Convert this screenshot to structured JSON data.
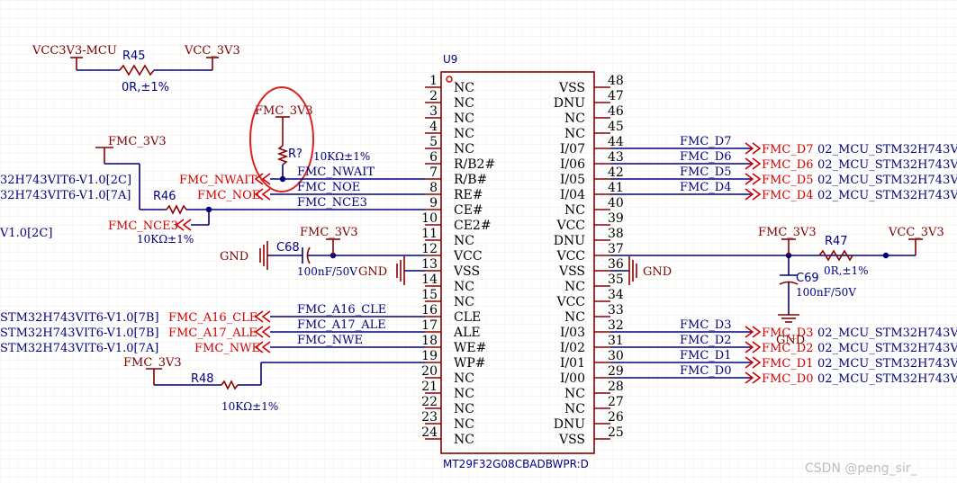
{
  "chip": {
    "designator": "U9",
    "part": "MT29F32G08CBADBWPR:D",
    "left_pins": [
      {
        "num": "1",
        "name": "NC"
      },
      {
        "num": "2",
        "name": "NC"
      },
      {
        "num": "3",
        "name": "NC"
      },
      {
        "num": "4",
        "name": "NC"
      },
      {
        "num": "5",
        "name": "NC"
      },
      {
        "num": "6",
        "name": "R/B2#"
      },
      {
        "num": "7",
        "name": "R/B#"
      },
      {
        "num": "8",
        "name": "RE#"
      },
      {
        "num": "9",
        "name": "CE#"
      },
      {
        "num": "10",
        "name": "CE2#"
      },
      {
        "num": "11",
        "name": "NC"
      },
      {
        "num": "12",
        "name": "VCC"
      },
      {
        "num": "13",
        "name": "VSS"
      },
      {
        "num": "14",
        "name": "NC"
      },
      {
        "num": "15",
        "name": "NC"
      },
      {
        "num": "16",
        "name": "CLE"
      },
      {
        "num": "17",
        "name": "ALE"
      },
      {
        "num": "18",
        "name": "WE#"
      },
      {
        "num": "19",
        "name": "WP#"
      },
      {
        "num": "20",
        "name": "NC"
      },
      {
        "num": "21",
        "name": "NC"
      },
      {
        "num": "22",
        "name": "NC"
      },
      {
        "num": "23",
        "name": "NC"
      },
      {
        "num": "24",
        "name": "NC"
      }
    ],
    "right_pins": [
      {
        "num": "48",
        "name": "VSS"
      },
      {
        "num": "47",
        "name": "DNU"
      },
      {
        "num": "46",
        "name": "NC"
      },
      {
        "num": "45",
        "name": "NC"
      },
      {
        "num": "44",
        "name": "I/07"
      },
      {
        "num": "43",
        "name": "I/06"
      },
      {
        "num": "42",
        "name": "I/05"
      },
      {
        "num": "41",
        "name": "I/04"
      },
      {
        "num": "40",
        "name": "NC"
      },
      {
        "num": "39",
        "name": "VCC"
      },
      {
        "num": "38",
        "name": "DNU"
      },
      {
        "num": "37",
        "name": "VCC"
      },
      {
        "num": "36",
        "name": "VSS"
      },
      {
        "num": "35",
        "name": "NC"
      },
      {
        "num": "34",
        "name": "VCC"
      },
      {
        "num": "33",
        "name": "NC"
      },
      {
        "num": "32",
        "name": "I/03"
      },
      {
        "num": "31",
        "name": "I/02"
      },
      {
        "num": "30",
        "name": "I/01"
      },
      {
        "num": "29",
        "name": "I/00"
      },
      {
        "num": "28",
        "name": "NC"
      },
      {
        "num": "27",
        "name": "NC"
      },
      {
        "num": "26",
        "name": "DNU"
      },
      {
        "num": "25",
        "name": "VSS"
      }
    ]
  },
  "left_nets": {
    "p7": "FMC_NWAIT",
    "p8": "FMC_NOE",
    "p9": "FMC_NCE3",
    "p16": "FMC_A16_CLE",
    "p17": "FMC_A17_ALE",
    "p18": "FMC_NWE"
  },
  "left_ports": {
    "nwait": "FMC_NWAIT",
    "noe": "FMC_NOE",
    "nce3": "FMC_NCE3",
    "cle": "FMC_A16_CLE",
    "ale": "FMC_A17_ALE",
    "nwe": "FMC_NWE"
  },
  "left_offpage": {
    "r1": "32H743VIT6-V1.0[2C]",
    "r2": "32H743VIT6-V1.0[7A]",
    "r3": "V1.0[2C]",
    "r4": "STM32H743VIT6-V1.0[7B]",
    "r5": "STM32H743VIT6-V1.0[7B]",
    "r6": "STM32H743VIT6-V1.0[7A]"
  },
  "right_data": [
    {
      "net": "FMC_D7",
      "port": "FMC_D7",
      "off": "02_MCU_STM32H743V"
    },
    {
      "net": "FMC_D6",
      "port": "FMC_D6",
      "off": "02_MCU_STM32H743V"
    },
    {
      "net": "FMC_D5",
      "port": "FMC_D5",
      "off": "02_MCU_STM32H743V"
    },
    {
      "net": "FMC_D4",
      "port": "FMC_D4",
      "off": "02_MCU_STM32H743V"
    },
    {
      "net": "FMC_D3",
      "port": "FMC_D3",
      "off": "02_MCU_STM32H743V"
    },
    {
      "net": "FMC_D2",
      "port": "FMC_D2",
      "off": "02_MCU_STM32H743V"
    },
    {
      "net": "FMC_D1",
      "port": "FMC_D1",
      "off": "02_MCU_STM32H743V"
    },
    {
      "net": "FMC_D0",
      "port": "FMC_D0",
      "off": "02_MCU_STM32H743V"
    }
  ],
  "power": {
    "vcc3v3_mcu": "VCC3V3-MCU",
    "vcc_3v3": "VCC_3V3",
    "fmc_3v3": "FMC_3V3",
    "gnd": "GND"
  },
  "components": {
    "r45": {
      "ref": "R45",
      "value": "0R,±1%"
    },
    "r46": {
      "ref": "R46",
      "value": "10KΩ±1%"
    },
    "r47": {
      "ref": "R47",
      "value": "0R,±1%"
    },
    "r48": {
      "ref": "R48",
      "value": "10KΩ±1%"
    },
    "rq": {
      "ref": "R?",
      "value": "10KΩ±1%"
    },
    "c68": {
      "ref": "C68",
      "value": "100nF/50V"
    },
    "c69": {
      "ref": "C69",
      "value": "100nF/50V"
    }
  },
  "watermark": "CSDN @peng_sir_",
  "colors": {
    "wire": "#000080",
    "port": "#d40000",
    "body": "#8b0000",
    "highlight": "#e02020"
  }
}
